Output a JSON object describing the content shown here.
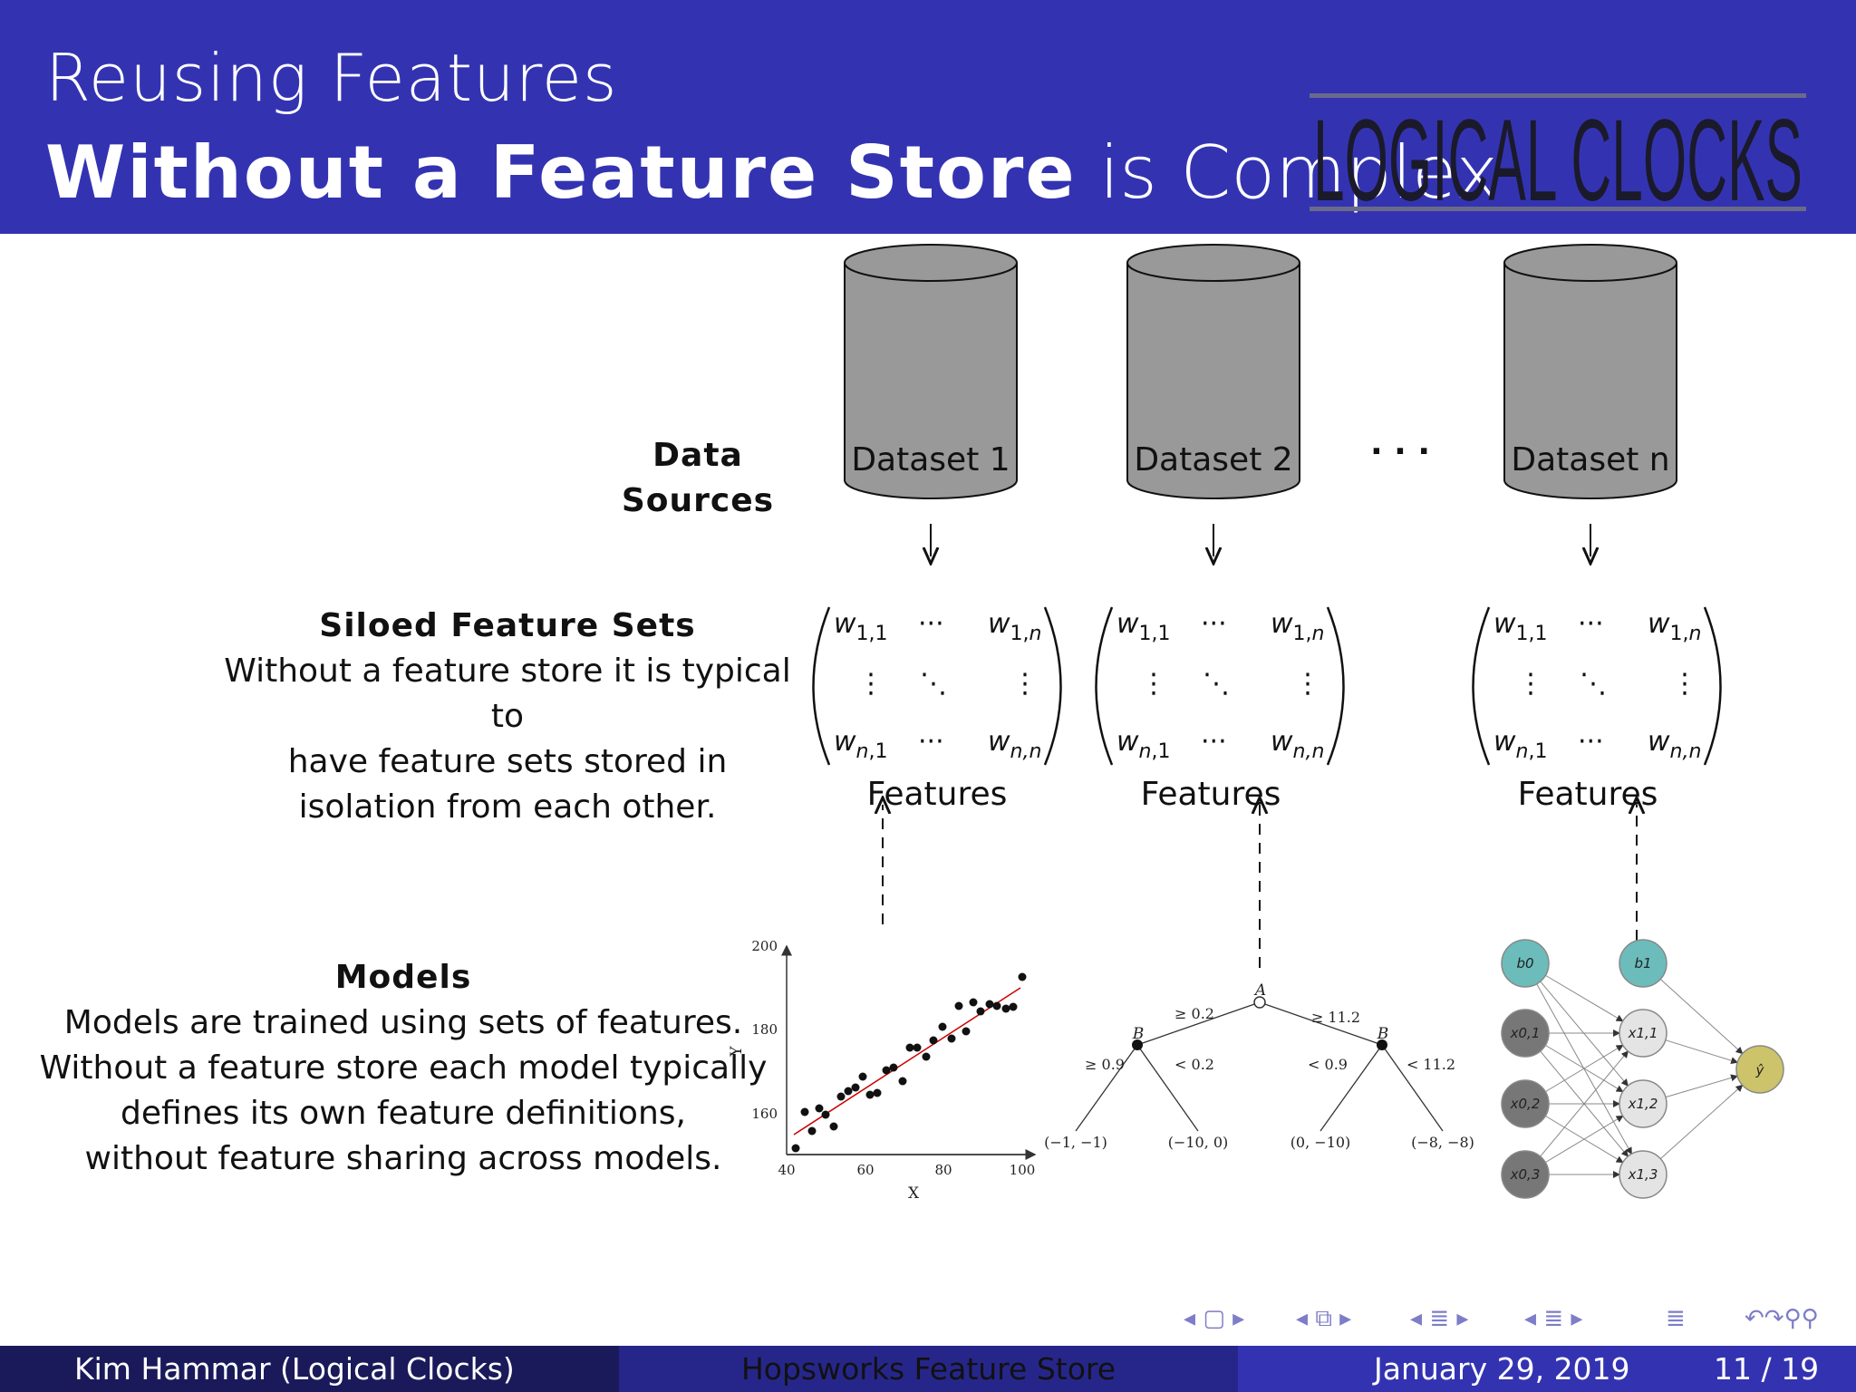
{
  "slide": {
    "title_line1": "Reusing Features",
    "title_line2_bold": "Without a Feature Store",
    "title_line2_light": "is Complex",
    "logo_text": "LOGICAL CLOCKS"
  },
  "diagram": {
    "data_sources_label": "Data Sources",
    "datasets": [
      "Dataset 1",
      "Dataset 2",
      "Dataset n"
    ],
    "ellipsis": "· · ·",
    "siloed_head": "Siloed Feature Sets",
    "siloed_lines": [
      "Without a feature store it is typical to",
      "have feature sets stored in",
      "isolation from each other."
    ],
    "features_label": "Features",
    "models_head": "Models",
    "models_lines": [
      "Models are trained using sets of features.",
      "Without a feature store each model typically",
      "defines its own feature definitions,",
      "without feature sharing across models."
    ],
    "scatter": {
      "x_ticks": [
        "40",
        "60",
        "80",
        "100"
      ],
      "y_ticks": [
        "200",
        "180",
        "160"
      ],
      "xlabel": "X",
      "ylabel": "Y"
    },
    "tree": {
      "root": "A",
      "left_node": "B",
      "right_node": "B",
      "edges": [
        "≥ 0.2",
        "≥ 11.2",
        "≥ 0.9",
        "< 0.2",
        "< 0.9",
        "< 11.2"
      ],
      "leaves": [
        "(−1, −1)",
        "(−10, 0)",
        "(0, −10)",
        "(−8, −8)"
      ]
    },
    "nn": {
      "bias": [
        "b0",
        "b1"
      ],
      "inputs": [
        "x0,1",
        "x0,2",
        "x0,3"
      ],
      "hidden": [
        "x1,1",
        "x1,2",
        "x1,3"
      ],
      "output": "ŷ"
    }
  },
  "footer": {
    "author": "Kim Hammar  (Logical Clocks)",
    "talk": "Hopsworks Feature Store",
    "date": "January 29, 2019",
    "page": "11 / 19"
  },
  "colors": {
    "header": "#3333b2",
    "cylinder": "#999999",
    "teal": "#6cbcbc",
    "dark_node": "#777777",
    "light_node": "#e4e4e4",
    "output_node": "#cdc36a",
    "regression_line": "#cc0000"
  }
}
